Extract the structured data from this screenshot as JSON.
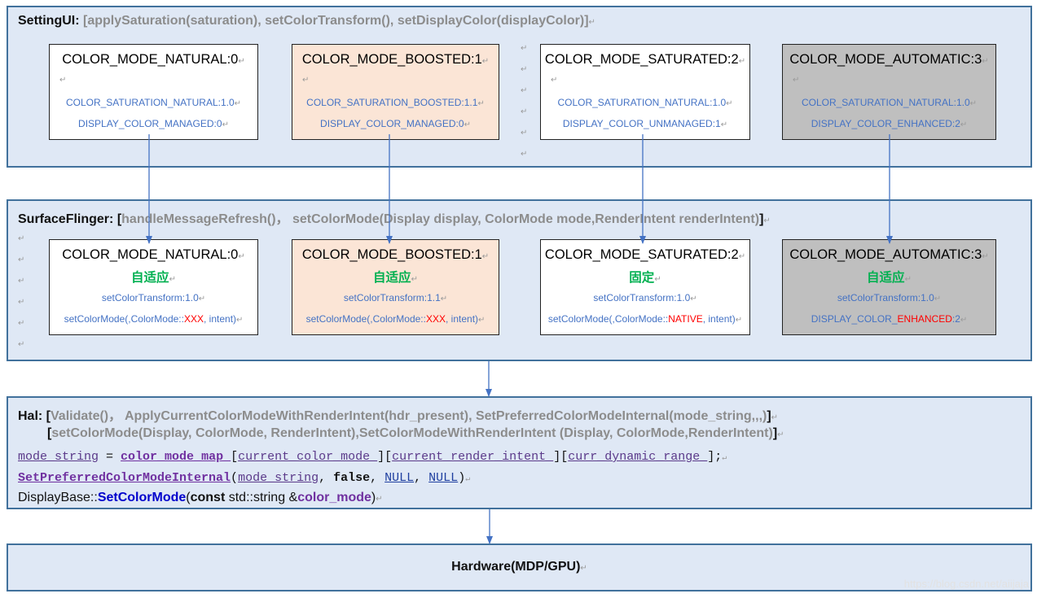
{
  "settingui": {
    "name": "SettingUI: ",
    "apis": "[applySaturation(saturation), setColorTransform(), setDisplayColor(displayColor)]",
    "boxes": [
      {
        "title": "COLOR_MODE_NATURAL:0",
        "line1": "COLOR_SATURATION_NATURAL:1.0",
        "line2": "DISPLAY_COLOR_MANAGED:0"
      },
      {
        "title": "COLOR_MODE_BOOSTED:1",
        "line1": "COLOR_SATURATION_BOOSTED:1.1",
        "line2": "DISPLAY_COLOR_MANAGED:0"
      },
      {
        "title": "COLOR_MODE_SATURATED:2",
        "line1": "COLOR_SATURATION_NATURAL:1.0",
        "line2": "DISPLAY_COLOR_UNMANAGED:1"
      },
      {
        "title": "COLOR_MODE_AUTOMATIC:3",
        "line1": "COLOR_SATURATION_NATURAL:1.0",
        "line2": "DISPLAY_COLOR_ENHANCED:2"
      }
    ]
  },
  "surfaceflinger": {
    "name": "SurfaceFlinger: ",
    "apis_open": "[",
    "apis_body": "handleMessageRefresh()， setColorMode(Display display, ColorMode mode,RenderIntent renderIntent)",
    "apis_close": "]",
    "boxes": [
      {
        "title": "COLOR_MODE_NATURAL:0",
        "cn": "自适应",
        "line1": "setColorTransform:1.0",
        "line2_a": "setColorMode(,ColorMode::",
        "line2_red": "XXX",
        "line2_b": ", intent)"
      },
      {
        "title": "COLOR_MODE_BOOSTED:1",
        "cn": "自适应",
        "line1": "setColorTransform:1.1",
        "line2_a": "setColorMode(,ColorMode::",
        "line2_red": "XXX",
        "line2_b": ", intent)"
      },
      {
        "title": "COLOR_MODE_SATURATED:2",
        "cn": "固定",
        "line1": "setColorTransform:1.0",
        "line2_a": "setColorMode(,ColorMode::",
        "line2_red": "NATIVE",
        "line2_b": ", intent)"
      },
      {
        "title": "COLOR_MODE_AUTOMATIC:3",
        "cn": "自适应",
        "line1": "setColorTransform:1.0",
        "line2_a": "DISPLAY_COLOR_",
        "line2_red": "ENHANCED",
        "line2_b": ":2"
      }
    ]
  },
  "hal": {
    "name": "Hal: ",
    "apis1_open": "[",
    "apis1_body": "Validate()， ApplyCurrentColorModeWithRenderIntent(hdr_present), SetPreferredColorModeInternal(mode_string,,,)",
    "apis1_close": "]",
    "apis2_open": "[",
    "apis2_body": "setColorMode(Display, ColorMode, RenderIntent),SetColorModeWithRenderIntent (Display, ColorMode,RenderIntent)",
    "apis2_close": "]",
    "code1": {
      "var": "mode_string",
      "eq": " = ",
      "map": "color_mode_map_",
      "b1": "[",
      "idx1": "current_color_mode_",
      "b2": "][",
      "idx2": "current_render_intent_",
      "b3": "][",
      "idx3": "curr_dynamic_range_",
      "end": "];"
    },
    "code2": {
      "fn": "SetPreferredColorModeInternal",
      "open": "(",
      "arg1": "mode_string",
      "sep1": ", ",
      "arg2": "false",
      "sep2": ", ",
      "arg3": "NULL",
      "sep3": ", ",
      "arg4": "NULL",
      "close": ")"
    },
    "code3": {
      "prefix": "DisplayBase::",
      "fn": "SetColorMode",
      "open": "(",
      "kw": "const",
      "type": " std::string &",
      "arg": "color_mode",
      "close": ")"
    }
  },
  "hardware": {
    "label": "Hardware(MDP/GPU)"
  },
  "watermark": "https://blog.csdn.net/aiijaja",
  "colors": {
    "layer_fill": "#dfe8f5",
    "layer_border": "#41719c",
    "boosted_fill": "#fbe5d6",
    "automatic_fill": "#bfbfbf",
    "blue_text": "#4472c4",
    "green_text": "#00b050",
    "red_text": "#ff0000",
    "arrow": "#4472c4"
  }
}
